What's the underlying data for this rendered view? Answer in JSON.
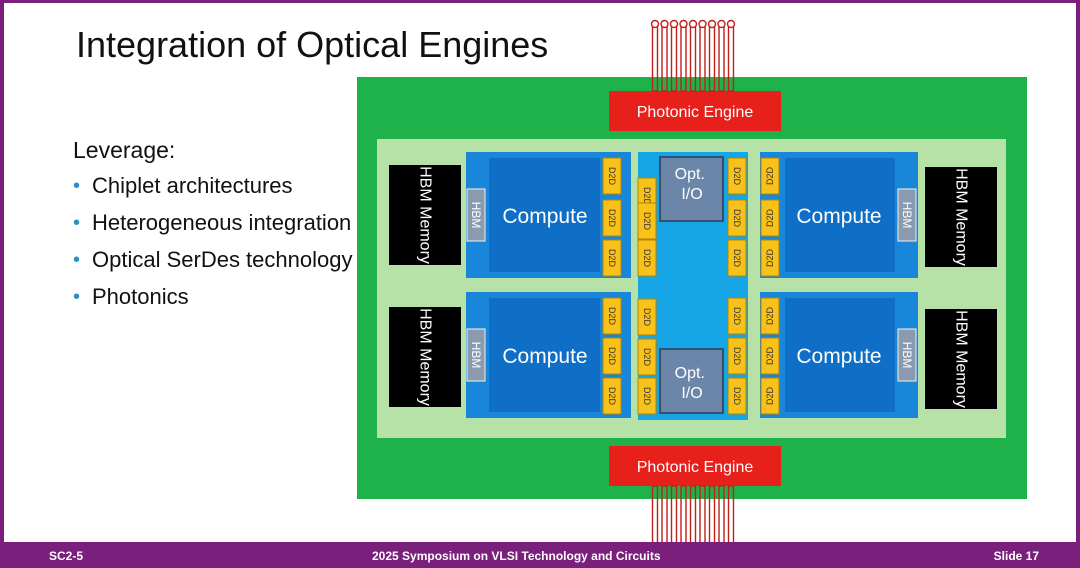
{
  "slide": {
    "title": "Integration of Optical Engines",
    "intro": "Leverage:",
    "bullets": [
      "Chiplet architectures",
      "Heterogeneous integration",
      "Optical SerDes technology",
      "Photonics"
    ]
  },
  "diagram": {
    "photonic_engine_label": "Photonic Engine",
    "compute_label": "Compute",
    "hbm_chip_label": "HBM",
    "hbm_memory_label": "HBM Memory",
    "d2d_label": "D2D",
    "opt_io_label": "Opt. I/O"
  },
  "footer": {
    "left": "SC2-5",
    "center": "2025 Symposium on VLSI Technology and Circuits",
    "right": "Slide 17"
  },
  "colors": {
    "frame_purple": "#7a1f7c",
    "package_green": "#20b24a",
    "interposer_green": "#b6e2a7",
    "compute_blue": "#0f6ec6",
    "bridge_blue": "#16a6e6",
    "d2d_yellow": "#f8c21a",
    "photonic_red": "#e8201c"
  }
}
